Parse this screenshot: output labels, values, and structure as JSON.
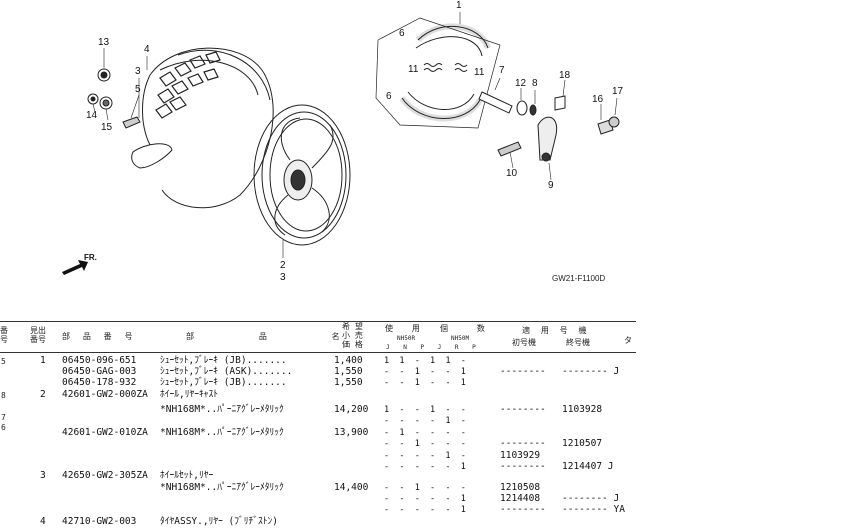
{
  "illustration": {
    "code": "GW21-F1100D",
    "direction_label": "FR.",
    "callouts": [
      "1",
      "2",
      "3",
      "3",
      "4",
      "5",
      "6",
      "6",
      "7",
      "8",
      "9",
      "10",
      "11",
      "11",
      "12",
      "13",
      "14",
      "15",
      "16",
      "17",
      "18"
    ]
  },
  "table": {
    "header": {
      "c_left": "番\n号",
      "c_ref": "見出\n番号",
      "c_part": "部 品 番 号",
      "c_name": "部 品 名",
      "c_price": "希 望\n小 売\n価 格",
      "c_use": "使 用",
      "c_qty": "個 数",
      "c_models": "NH50R",
      "c_models2": "NH50M",
      "c_jnp": "J N P J R P",
      "c_apply": "適 用 号 機",
      "c_first": "初号機",
      "c_last": "終号機",
      "c_ta": "タ"
    },
    "left_marks": [
      "5",
      "8",
      "7",
      "6"
    ],
    "rows": [
      {
        "ref": "1",
        "part": "06450-096-651",
        "name": "ｼｭｰｾｯﾄ,ﾌﾞﾚｰｷ (JB).......",
        "price": "1,400",
        "q": "1  1  -  1  1  -",
        "first": "",
        "last": "",
        "ta": ""
      },
      {
        "ref": "",
        "part": "06450-GAG-003",
        "name": "ｼｭｰｾｯﾄ,ﾌﾞﾚｰｷ (ASK).......",
        "price": "1,550",
        "q": "-  -  1  -  -  1",
        "first": "--------",
        "last": "-------- J",
        "ta": ""
      },
      {
        "ref": "",
        "part": "06450-178-932",
        "name": "ｼｭｰｾｯﾄ,ﾌﾞﾚｰｷ (JB).......",
        "price": "1,550",
        "q": "-  -  1  -  -  1",
        "first": "",
        "last": "",
        "ta": ""
      },
      {
        "ref": "2",
        "part": "42601-GW2-000ZA",
        "name": "ﾎｲｰﾙ,ﾘﾔｰｷｬｽﾄ",
        "price": "",
        "q": "",
        "first": "",
        "last": "",
        "ta": ""
      },
      {
        "ref": "",
        "part": "",
        "name": "*NH168M*..ﾊﾟｰﾆｱｸﾞﾚｰﾒﾀﾘｯｸ",
        "price": "14,200",
        "q": "1  -  -  1  -  -",
        "first": "--------",
        "last": "1103928",
        "ta": ""
      },
      {
        "ref": "",
        "part": "",
        "name": "",
        "price": "",
        "q": "-  -  -  -  1  -",
        "first": "",
        "last": "",
        "ta": ""
      },
      {
        "ref": "",
        "part": "42601-GW2-010ZA",
        "name": "*NH168M*..ﾊﾟｰﾆｱｸﾞﾚｰﾒﾀﾘｯｸ",
        "price": "13,900",
        "q": "-  1  -  -  -  -",
        "first": "",
        "last": "",
        "ta": ""
      },
      {
        "ref": "",
        "part": "",
        "name": "",
        "price": "",
        "q": "-  -  1  -  -  -",
        "first": "--------",
        "last": "1210507",
        "ta": ""
      },
      {
        "ref": "",
        "part": "",
        "name": "",
        "price": "",
        "q": "-  -  -  -  1  -",
        "first": "1103929",
        "last": "",
        "ta": ""
      },
      {
        "ref": "",
        "part": "",
        "name": "",
        "price": "",
        "q": "-  -  -  -  -  1",
        "first": "--------",
        "last": "1214407 J",
        "ta": ""
      },
      {
        "ref": "3",
        "part": "42650-GW2-305ZA",
        "name": "ﾎｲｰﾙｾｯﾄ,ﾘﾔｰ",
        "price": "",
        "q": "",
        "first": "",
        "last": "",
        "ta": ""
      },
      {
        "ref": "",
        "part": "",
        "name": "*NH168M*..ﾊﾟｰﾆｱｸﾞﾚｰﾒﾀﾘｯｸ",
        "price": "14,400",
        "q": "-  -  1  -  -  -",
        "first": "1210508",
        "last": "",
        "ta": ""
      },
      {
        "ref": "",
        "part": "",
        "name": "",
        "price": "",
        "q": "-  -  -  -  -  1",
        "first": "1214408",
        "last": "-------- J",
        "ta": ""
      },
      {
        "ref": "",
        "part": "",
        "name": "",
        "price": "",
        "q": "-  -  -  -  -  1",
        "first": "--------",
        "last": "-------- YA",
        "ta": ""
      },
      {
        "ref": "4",
        "part": "42710-GW2-003",
        "name": "ﾀｲﾔASSY.,ﾘﾔｰ (ﾌﾞﾘﾁﾞｽﾄﾝ)",
        "price": "",
        "q": "",
        "first": "",
        "last": "",
        "ta": ""
      }
    ]
  }
}
